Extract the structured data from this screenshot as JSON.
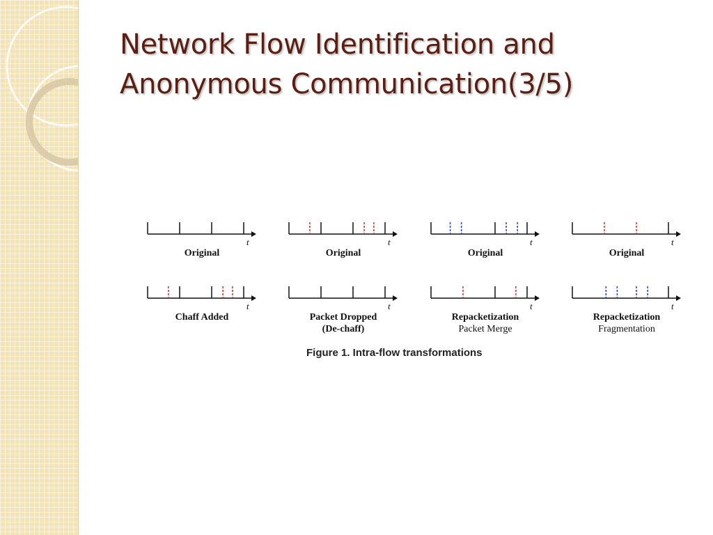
{
  "slide": {
    "title_line1": "Network Flow Identification and",
    "title_line2": "Anonymous Communication(3/5)"
  },
  "figure": {
    "caption": "Figure 1. Intra-flow transformations",
    "axis_label": "t",
    "panels": [
      {
        "label": "Original",
        "sublabel": "",
        "ticks": [
          {
            "pos": 0,
            "kind": "solid"
          },
          {
            "pos": 1,
            "kind": "solid"
          },
          {
            "pos": 2,
            "kind": "solid"
          },
          {
            "pos": 3,
            "kind": "solid"
          }
        ]
      },
      {
        "label": "Original",
        "sublabel": "",
        "ticks": [
          {
            "pos": 0,
            "kind": "solid"
          },
          {
            "pos": 0.65,
            "kind": "red"
          },
          {
            "pos": 1,
            "kind": "solid"
          },
          {
            "pos": 2,
            "kind": "solid"
          },
          {
            "pos": 2.35,
            "kind": "red"
          },
          {
            "pos": 2.65,
            "kind": "red"
          },
          {
            "pos": 3,
            "kind": "solid"
          }
        ]
      },
      {
        "label": "Original",
        "sublabel": "",
        "ticks": [
          {
            "pos": 0,
            "kind": "solid"
          },
          {
            "pos": 0.6,
            "kind": "blue"
          },
          {
            "pos": 0.95,
            "kind": "blue"
          },
          {
            "pos": 2,
            "kind": "solid"
          },
          {
            "pos": 2.35,
            "kind": "blue"
          },
          {
            "pos": 2.7,
            "kind": "blue"
          },
          {
            "pos": 3,
            "kind": "solid"
          }
        ]
      },
      {
        "label": "Original",
        "sublabel": "",
        "ticks": [
          {
            "pos": 0,
            "kind": "solid"
          },
          {
            "pos": 1,
            "kind": "red"
          },
          {
            "pos": 2,
            "kind": "red"
          },
          {
            "pos": 3,
            "kind": "solid"
          }
        ]
      },
      {
        "label": "Chaff Added",
        "sublabel": "",
        "ticks": [
          {
            "pos": 0,
            "kind": "solid"
          },
          {
            "pos": 0.65,
            "kind": "red"
          },
          {
            "pos": 1,
            "kind": "solid"
          },
          {
            "pos": 2,
            "kind": "solid"
          },
          {
            "pos": 2.35,
            "kind": "red"
          },
          {
            "pos": 2.65,
            "kind": "red"
          },
          {
            "pos": 3,
            "kind": "solid"
          }
        ]
      },
      {
        "label": "Packet Dropped",
        "sublabel": "(De-chaff)",
        "ticks": [
          {
            "pos": 0,
            "kind": "solid"
          },
          {
            "pos": 1,
            "kind": "solid"
          },
          {
            "pos": 2,
            "kind": "solid"
          },
          {
            "pos": 3,
            "kind": "solid"
          }
        ]
      },
      {
        "label": "Repacketization",
        "sublabel": "Packet Merge",
        "ticks": [
          {
            "pos": 0,
            "kind": "solid"
          },
          {
            "pos": 1,
            "kind": "red"
          },
          {
            "pos": 2,
            "kind": "solid"
          },
          {
            "pos": 2.65,
            "kind": "red"
          },
          {
            "pos": 3,
            "kind": "solid"
          }
        ]
      },
      {
        "label": "Repacketization",
        "sublabel": "Fragmentation",
        "ticks": [
          {
            "pos": 0,
            "kind": "solid"
          },
          {
            "pos": 1.05,
            "kind": "blue"
          },
          {
            "pos": 1.4,
            "kind": "blue"
          },
          {
            "pos": 2,
            "kind": "blue"
          },
          {
            "pos": 2.35,
            "kind": "blue"
          },
          {
            "pos": 3,
            "kind": "solid"
          }
        ]
      }
    ]
  }
}
